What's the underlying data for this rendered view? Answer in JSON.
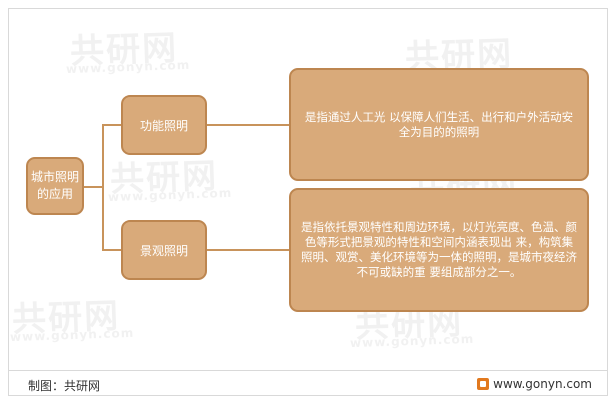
{
  "watermark": {
    "cn": "共研网",
    "url": "www.gonyn.com"
  },
  "diagram": {
    "root": "城市照明\n的应用",
    "branches": [
      {
        "label": "功能照明",
        "description": "是指通过人工光 以保障人们生活、出行和户外活动安全为目的的照明"
      },
      {
        "label": "景观照明",
        "description": "是指依托景观特性和周边环境，以灯光亮度、色温、颜色等形式把景观的特性和空间内涵表现出 来，构筑集照明、观赏、美化环境等为一体的照明，是城市夜经济不可或缺的重 要组成部分之一。"
      }
    ]
  },
  "footer": {
    "credit": "制图：共研网",
    "website": "www.gonyn.com"
  },
  "colors": {
    "box_fill": "#d9aa7a",
    "box_border": "#bd8650",
    "connector": "#c8935b"
  }
}
